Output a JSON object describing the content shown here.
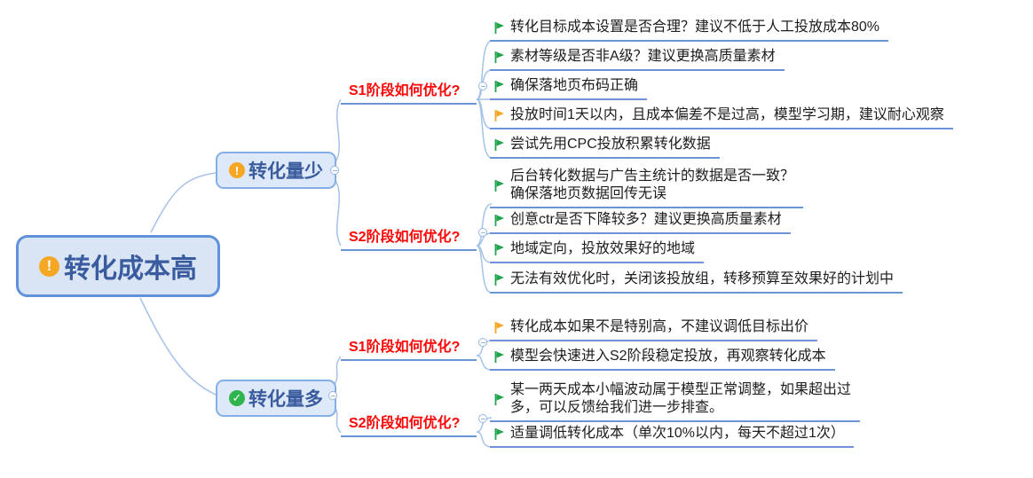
{
  "icons": {
    "alert": "!",
    "check": "✓"
  },
  "colors": {
    "node_fill": "#d9e4f4",
    "node_border": "#5f92da",
    "node_text": "#3a5c9e",
    "line_blue": "#6b94d8",
    "curve_blue": "#a5c2e8",
    "label_red": "#fe0505",
    "flag_green": "#21a44d",
    "flag_orange": "#f5a623",
    "badge_alert": "#f5a623",
    "badge_check": "#2fb44e"
  },
  "root": {
    "label": "转化成本高",
    "icon": "alert"
  },
  "branches": [
    {
      "label": "转化量少",
      "icon": "alert",
      "groups": [
        {
          "label": "S1阶段如何优化?",
          "items": [
            {
              "flag": "green",
              "text": "转化目标成本设置是否合理？建议不低于人工投放成本80%"
            },
            {
              "flag": "green",
              "text": "素材等级是否非A级？建议更换高质量素材"
            },
            {
              "flag": "green",
              "text": "确保落地页布码正确"
            },
            {
              "flag": "orange",
              "text": "投放时间1天以内，且成本偏差不是过高，模型学习期，建议耐心观察"
            },
            {
              "flag": "green",
              "text": "尝试先用CPC投放积累转化数据"
            }
          ]
        },
        {
          "label": "S2阶段如何优化?",
          "items": [
            {
              "flag": "green",
              "text": "后台转化数据与广告主统计的数据是否一致？\n确保落地页数据回传无误"
            },
            {
              "flag": "green",
              "text": "创意ctr是否下降较多？建议更换高质量素材"
            },
            {
              "flag": "green",
              "text": "地域定向，投放效果好的地域"
            },
            {
              "flag": "green",
              "text": "无法有效优化时，关闭该投放组，转移预算至效果好的计划中"
            }
          ]
        }
      ]
    },
    {
      "label": "转化量多",
      "icon": "check",
      "groups": [
        {
          "label": "S1阶段如何优化?",
          "items": [
            {
              "flag": "orange",
              "text": "转化成本如果不是特别高，不建议调低目标出价"
            },
            {
              "flag": "green",
              "text": "模型会快速进入S2阶段稳定投放，再观察转化成本"
            }
          ]
        },
        {
          "label": "S2阶段如何优化?",
          "items": [
            {
              "flag": "green",
              "text": "某一两天成本小幅波动属于模型正常调整，如果超出过\n多，可以反馈给我们进一步排查。"
            },
            {
              "flag": "green",
              "text": "适量调低转化成本（单次10%以内，每天不超过1次）"
            }
          ]
        }
      ]
    }
  ]
}
